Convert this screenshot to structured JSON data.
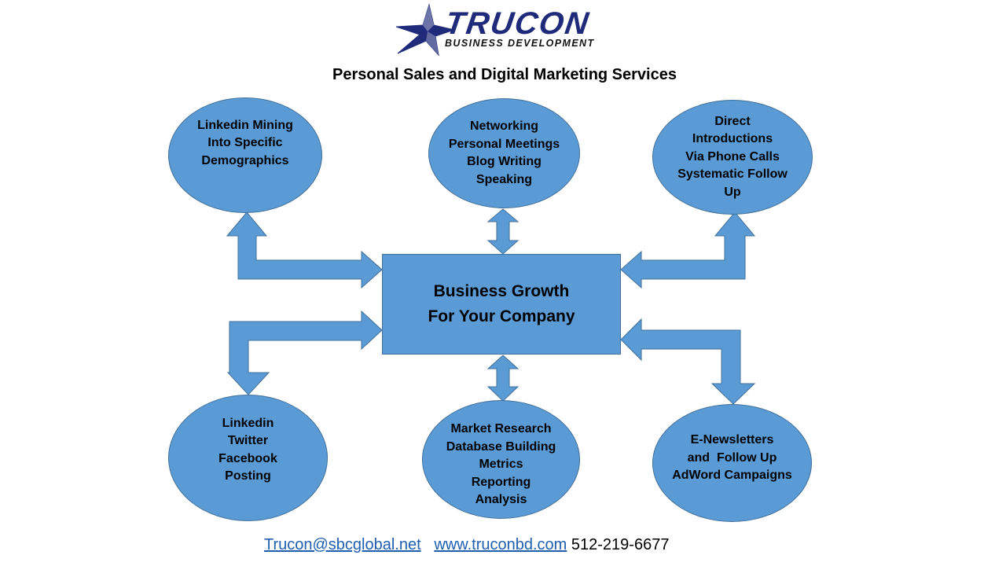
{
  "header": {
    "logo_title": "TRUCON",
    "logo_subtitle": "BUSINESS DEVELOPMENT",
    "logo_icon": "star-icon",
    "subtitle": "Personal Sales and Digital Marketing Services"
  },
  "colors": {
    "shape_fill": "#5b9bd5",
    "shape_border": "#41719c",
    "logo_blue": "#1f2a7a",
    "link": "#1f5fb0"
  },
  "center": {
    "lines": [
      "Business Growth",
      "For Your Company"
    ]
  },
  "nodes": [
    {
      "id": "top-left",
      "lines": [
        "Linkedin Mining",
        "Into Specific",
        "Demographics"
      ]
    },
    {
      "id": "top-center",
      "lines": [
        "Networking",
        "Personal Meetings",
        "Blog Writing",
        "Speaking"
      ]
    },
    {
      "id": "top-right",
      "lines": [
        "Direct",
        "Introductions",
        "Via Phone Calls",
        "Systematic Follow",
        "Up"
      ]
    },
    {
      "id": "bottom-left",
      "lines": [
        "Linkedin",
        "Twitter",
        "Facebook",
        "Posting"
      ]
    },
    {
      "id": "bottom-center",
      "lines": [
        "Market Research",
        "Database Building",
        "Metrics",
        "Reporting",
        "Analysis"
      ]
    },
    {
      "id": "bottom-right",
      "lines": [
        "E-Newsletters",
        "and  Follow Up",
        "AdWord Campaigns"
      ]
    }
  ],
  "footer": {
    "email": "Trucon@sbcglobal.net",
    "website": "www.truconbd.com",
    "phone": "512-219-6677"
  }
}
